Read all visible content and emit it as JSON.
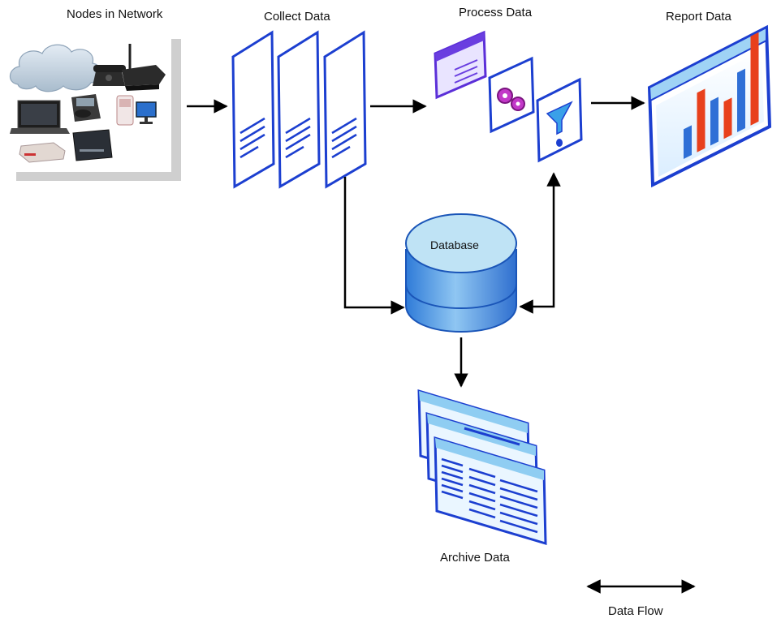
{
  "labels": {
    "nodes": "Nodes in Network",
    "collect": "Collect Data",
    "process": "Process Data",
    "report": "Report Data",
    "database": "Database",
    "archive": "Archive Data",
    "legend": "Data Flow"
  },
  "report_chart": {
    "bar_values": [
      2,
      4,
      3,
      2.5,
      4,
      6
    ],
    "bar_colors": [
      "#2f6fd6",
      "#e8401c",
      "#2f6fd6",
      "#e8401c",
      "#2f6fd6",
      "#e8401c"
    ]
  },
  "colors": {
    "doc_fill": "#e8f4ff",
    "doc_edge": "#1c3fd0",
    "db_top": "#bfe3f5",
    "db_body": "#5aa0e6",
    "arrow": "#000000"
  }
}
